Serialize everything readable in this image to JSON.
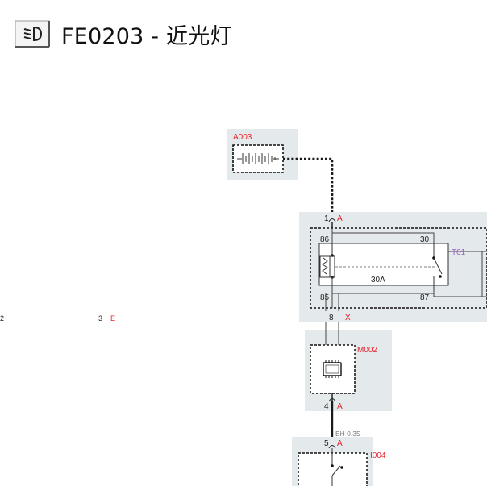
{
  "header": {
    "title": "FE0203 - 近光灯",
    "icon": "low-beam-headlight-icon"
  },
  "diagram": {
    "components": {
      "battery": {
        "id": "A003"
      },
      "relay_box": {
        "id": "T01",
        "fuse": "30A"
      },
      "module": {
        "id": "M002"
      },
      "switch_module": {
        "id": "I004"
      }
    },
    "pins": {
      "battery_out": {
        "num": "1",
        "conn": "A"
      },
      "relay_86": "86",
      "relay_30": "30",
      "relay_85": "85",
      "relay_87": "87",
      "x_top": {
        "num": "8",
        "conn": "X"
      },
      "x_bottom": {
        "num": "8",
        "conn": "X"
      },
      "module_out": {
        "num": "4",
        "conn": "A"
      },
      "switch_in": {
        "num": "5",
        "conn": "A"
      },
      "left_pin_a": "2",
      "left_pin_b": {
        "num": "3",
        "conn": "E"
      }
    },
    "wire_spec": "BH 0.35"
  },
  "colors": {
    "label_red": "#e8202a",
    "label_purple": "#a05cc8",
    "panel_bg": "#e4e9ec",
    "wire": "#1a1a1a"
  }
}
